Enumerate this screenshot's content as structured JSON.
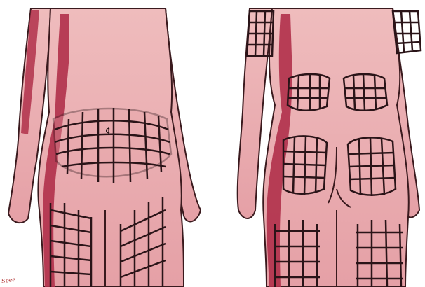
{
  "illustration": {
    "views": [
      "front-view",
      "back-view"
    ],
    "colors": {
      "background": "#ffffff",
      "skin": "#e8a9ad",
      "skin_light": "#f0c4c0",
      "outline": "#3a1a1e",
      "band": "#b0304a",
      "grid": "#2a1418",
      "signature": "#b03030"
    }
  },
  "signature": {
    "text": "Spee"
  }
}
